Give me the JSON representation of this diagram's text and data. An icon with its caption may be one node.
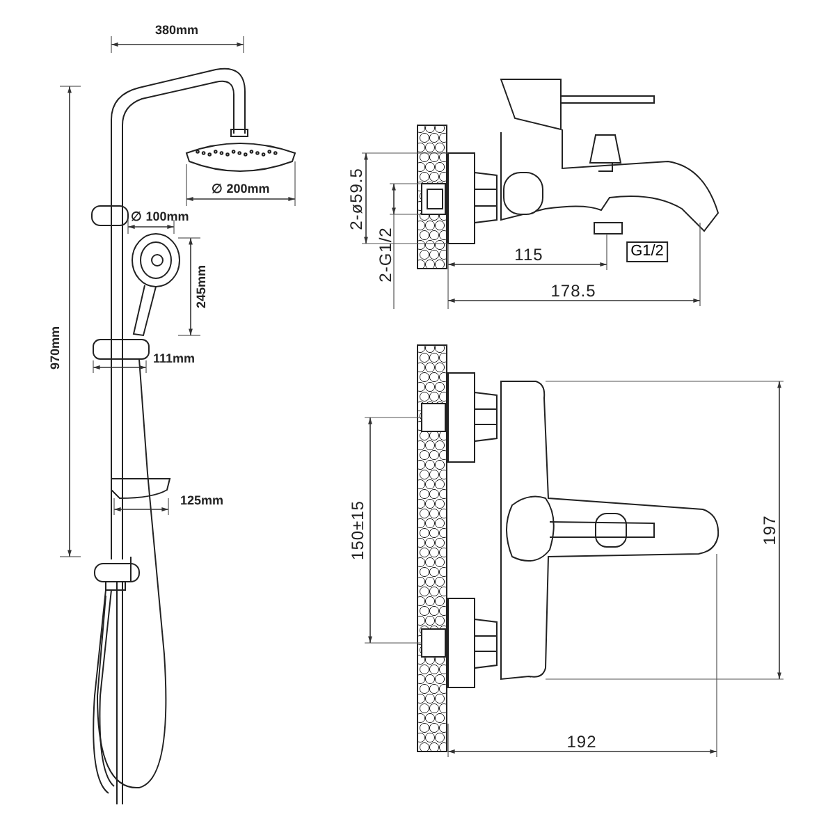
{
  "diagram": {
    "nodes": [
      {
        "text": [
          "G1/2"
        ]
      }
    ],
    "labels": [
      "380mm",
      "∅ 200mm",
      "∅ 100mm",
      "245mm",
      "970mm",
      "111mm",
      "125mm",
      "2-ø59.5",
      "2-G1/2",
      "115",
      "178.5",
      "150±15",
      "197",
      "192"
    ]
  }
}
